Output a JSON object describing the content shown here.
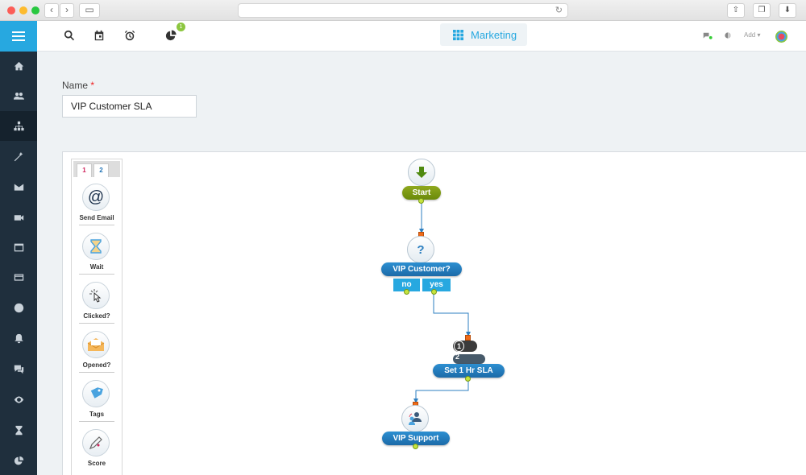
{
  "topbar": {
    "notification_count": "1",
    "app_name": "Marketing",
    "add_label": "Add"
  },
  "form": {
    "name_label": "Name",
    "required_mark": "*",
    "name_value": "VIP Customer SLA"
  },
  "palette": {
    "tabs": [
      "1",
      "2"
    ],
    "items": [
      {
        "label": "Send Email",
        "icon": "at-sign-icon"
      },
      {
        "label": "Wait",
        "icon": "hourglass-icon"
      },
      {
        "label": "Clicked?",
        "icon": "pointer-click-icon"
      },
      {
        "label": "Opened?",
        "icon": "envelope-icon"
      },
      {
        "label": "Tags",
        "icon": "tag-icon"
      },
      {
        "label": "Score",
        "icon": "pen-icon"
      }
    ]
  },
  "flow": {
    "start_label": "Start",
    "condition_label": "VIP Customer?",
    "condition_symbol": "?",
    "branch_no": "no",
    "branch_yes": "yes",
    "sla_label": "Set 1 Hr SLA",
    "sla_pill_1": "1",
    "sla_pill_2": "2",
    "support_label": "VIP Support"
  },
  "colors": {
    "accent": "#27a8e0",
    "sidebar": "#1f2f3d",
    "start_node": "#7a9a12",
    "action_node": "#1f72b5"
  }
}
